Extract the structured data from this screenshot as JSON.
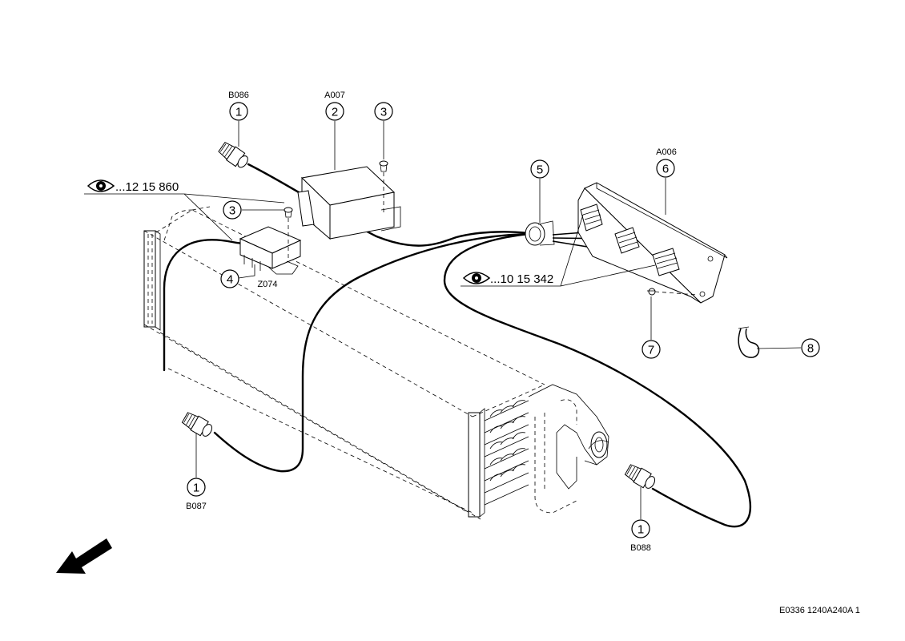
{
  "callouts": [
    {
      "number": "1",
      "code": "B086"
    },
    {
      "number": "2",
      "code": "A007"
    },
    {
      "number": "3",
      "code": ""
    },
    {
      "number": "3",
      "code": ""
    },
    {
      "number": "4",
      "code": "Z074"
    },
    {
      "number": "5",
      "code": ""
    },
    {
      "number": "6",
      "code": "A006"
    },
    {
      "number": "7",
      "code": ""
    },
    {
      "number": "8",
      "code": ""
    },
    {
      "number": "1",
      "code": "B087"
    },
    {
      "number": "1",
      "code": "B088"
    }
  ],
  "references": [
    {
      "text": "...12 15 860",
      "icon": "eye-icon"
    },
    {
      "text": "...10 15 342",
      "icon": "eye-icon"
    }
  ],
  "footer": {
    "drawing_id": "E0336 1240A240A 1"
  },
  "icons": {
    "direction_arrow": "arrow-down-left-icon"
  }
}
